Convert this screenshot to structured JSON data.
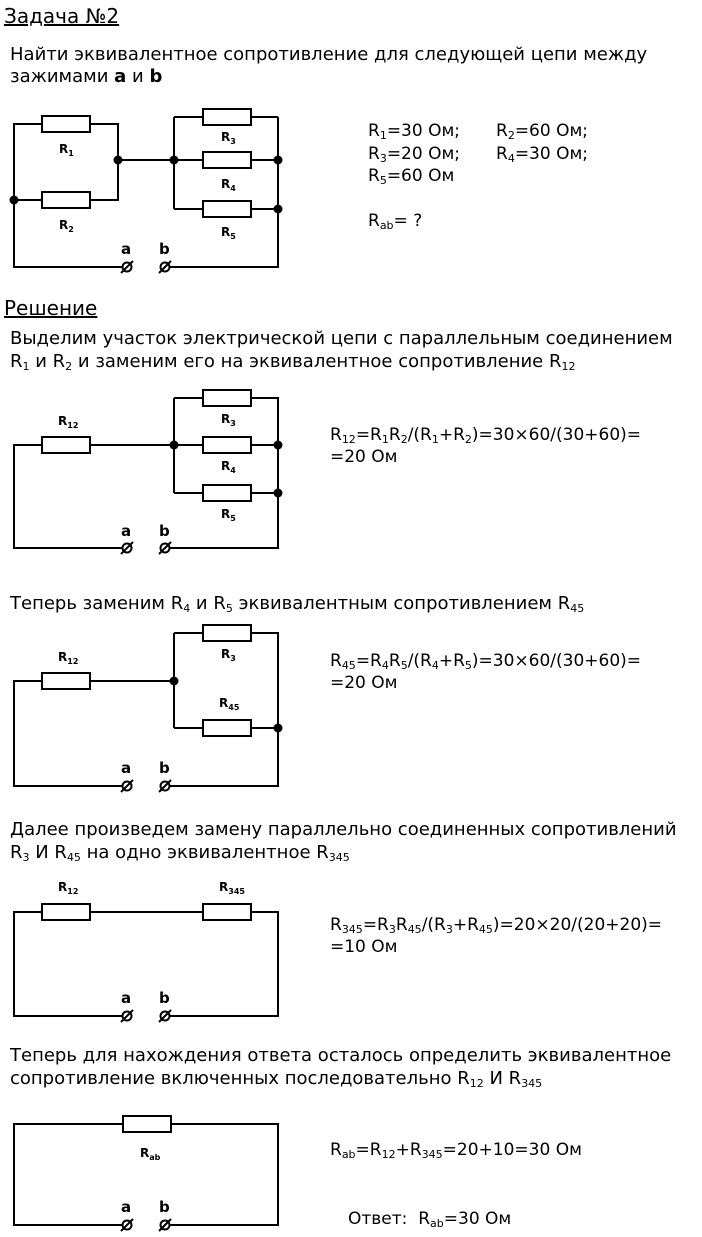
{
  "task": {
    "title": "Задача №2",
    "statement": {
      "line1": "Найти эквивалентное сопротивление для следующей цепи между",
      "line2_prefix": "зажимами ",
      "a": "a",
      "mid": " и ",
      "b": "b"
    },
    "given": {
      "r1": {
        "s": "R",
        "n": "1",
        "v": "=30 Ом;"
      },
      "r2": {
        "s": "R",
        "n": "2",
        "v": "=60 Ом;"
      },
      "r3": {
        "s": "R",
        "n": "3",
        "v": "=20 Ом;"
      },
      "r4": {
        "s": "R",
        "n": "4",
        "v": "=30 Ом;"
      },
      "r5": {
        "s": "R",
        "n": "5",
        "v": "=60 Ом"
      },
      "rab": {
        "s": "R",
        "n": "ab",
        "v": "= ?"
      }
    }
  },
  "solution": {
    "title": "Решение",
    "step1": {
      "l1": "Выделим участок электрической цепи с параллельным соединением",
      "l2": {
        "p1": "R",
        "s1": "1",
        "p2": " и R",
        "s2": "2",
        "p3": " и заменим его на эквивалентное сопротивление R",
        "s3": "12"
      },
      "f1": {
        "a": "R",
        "as": "12",
        "b": "=R",
        "bs": "1",
        "c": "R",
        "cs": "2",
        "d": "/(R",
        "ds": "1",
        "e": "+R",
        "es": "2",
        "f": ")=30×60/(30+60)="
      },
      "f2": "=20 Ом"
    },
    "step2": {
      "l1": {
        "p1": "Теперь заменим R",
        "s1": "4",
        "p2": " и R",
        "s2": "5",
        "p3": " эквивалентным сопротивлением R",
        "s3": "45"
      },
      "f1": {
        "a": "R",
        "as": "45",
        "b": "=R",
        "bs": "4",
        "c": "R",
        "cs": "5",
        "d": "/(R",
        "ds": "4",
        "e": "+R",
        "es": "5",
        "f": ")=30×60/(30+60)="
      },
      "f2": "=20 Ом"
    },
    "step3": {
      "l1": "Далее произведем замену параллельно соединенных сопротивлений",
      "l2": {
        "p1": "R",
        "s1": "3",
        "p2": " И R",
        "s2": "45",
        "p3": " на одно эквивалентное R",
        "s3": "345"
      },
      "f1": {
        "a": "R",
        "as": "345",
        "b": "=R",
        "bs": "3",
        "c": "R",
        "cs": "45",
        "d": "/(R",
        "ds": "3",
        "e": "+R",
        "es": "45",
        "f": ")=20×20/(20+20)="
      },
      "f2": "=10 Ом"
    },
    "step4": {
      "l1": "Теперь для нахождения ответа осталось определить эквивалентное",
      "l2": {
        "p1": "сопротивление включенных последовательно R",
        "s1": "12",
        "p2": " И R",
        "s2": "345"
      },
      "f1": {
        "a": "R",
        "as": "ab",
        "b": "=R",
        "bs": "12",
        "c": "+R",
        "cs": "345",
        "d": "=20+10=30 Ом"
      }
    },
    "answer": {
      "label": "Ответ:",
      "r": "R",
      "rs": "ab",
      "v": "=30 Ом"
    }
  },
  "labels": {
    "R": "R",
    "n1": "1",
    "n2": "2",
    "n3": "3",
    "n4": "4",
    "n5": "5",
    "n12": "12",
    "n45": "45",
    "n345": "345",
    "nab": "ab",
    "a": "a",
    "b": "b"
  }
}
